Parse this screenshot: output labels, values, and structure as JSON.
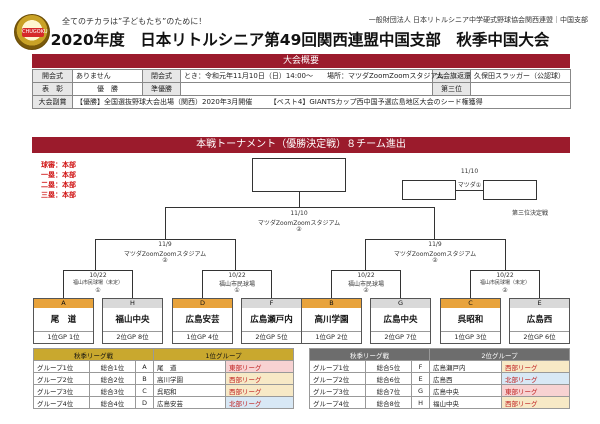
{
  "header": {
    "slogan": "全てのチカラは”子どもたち”のために！",
    "logo_text": "CHUGOKU",
    "org": "一般財団法人 日本リトルシニア中学硬式野球協会関西連盟｜中国支部",
    "title": "2020年度　日本リトルシニア第49回関西連盟中国支部　秋季中国大会"
  },
  "overview": {
    "bar": "大会概要",
    "rows": [
      [
        "開会式",
        "ありません",
        "閉会式",
        "とき：令和元年11月10日（日）14:00～　　場所：マツダZoomZoomスタジアム",
        "大会旗返還",
        "久保田スラッガー（公認球）"
      ],
      [
        "表　彰",
        "優　勝",
        "準優勝",
        "",
        "第三位",
        ""
      ],
      [
        "大会副賞",
        "【優勝】全国選抜野球大会出場（関西）2020年3月開催　　　【ベスト4】GIANTSカップ西中国予選広島地区大会のシード権獲得"
      ]
    ]
  },
  "tournament": {
    "bar": "本戦トーナメント（優勝決定戦）８チーム進出",
    "cheer": [
      "球審：本部",
      "一塁：本部",
      "二塁：本部",
      "三塁：本部"
    ],
    "final": {
      "date": "11/10",
      "venue": "マツダZoomZoomスタジアム",
      "game_no": "②"
    },
    "third": {
      "date": "11/10",
      "venue": "マツダ①",
      "label": "第三位決定戦"
    },
    "semis": [
      {
        "date": "11/9",
        "venue": "マツダZoomZoomスタジアム",
        "game_no": "②"
      },
      {
        "date": "11/9",
        "venue": "マツダZoomZoomスタジアム",
        "game_no": "②"
      }
    ],
    "quarters": [
      {
        "date": "10/22",
        "venue": "福山市民球場（未定）",
        "game_no": "①"
      },
      {
        "date": "10/22",
        "venue": "福山市民球場",
        "game_no": "①"
      },
      {
        "date": "10/22",
        "venue": "福山市民球場",
        "game_no": "②"
      },
      {
        "date": "10/22",
        "venue": "福山市民球場（未定）",
        "game_no": "②"
      }
    ],
    "teams": [
      {
        "slot": "A",
        "name": "尾　道",
        "rank": "1位GP 1位",
        "color": "#e8a33c"
      },
      {
        "slot": "H",
        "name": "福山中央",
        "rank": "2位GP 8位",
        "color": "#d9d9d9"
      },
      {
        "slot": "D",
        "name": "広島安芸",
        "rank": "1位GP 4位",
        "color": "#e8a33c"
      },
      {
        "slot": "F",
        "name": "広島瀬戸内",
        "rank": "2位GP 5位",
        "color": "#d9d9d9"
      },
      {
        "slot": "B",
        "name": "高川学園",
        "rank": "1位GP 2位",
        "color": "#e8a33c"
      },
      {
        "slot": "G",
        "name": "広島中央",
        "rank": "2位GP 7位",
        "color": "#d9d9d9"
      },
      {
        "slot": "C",
        "name": "呉昭和",
        "rank": "1位GP 3位",
        "color": "#e8a33c"
      },
      {
        "slot": "E",
        "name": "広島西",
        "rank": "2位GP 6位",
        "color": "#d9d9d9"
      }
    ]
  },
  "league_left": {
    "header": [
      "秋季リーグ戦",
      "1位グループ"
    ],
    "rows": [
      [
        "グループ1位",
        "総合1位",
        "A",
        "尾　道",
        "東部リーグ"
      ],
      [
        "グループ2位",
        "総合2位",
        "B",
        "高川学園",
        "西部リーグ"
      ],
      [
        "グループ3位",
        "総合3位",
        "C",
        "呉昭和",
        "西部リーグ"
      ],
      [
        "グループ4位",
        "総合4位",
        "D",
        "広島安芸",
        "北部リーグ"
      ]
    ]
  },
  "league_right": {
    "header": [
      "秋季リーグ戦",
      "2位グループ"
    ],
    "rows": [
      [
        "グループ1位",
        "総合5位",
        "F",
        "広島瀬戸内",
        "西部リーグ"
      ],
      [
        "グループ2位",
        "総合6位",
        "E",
        "広島西",
        "北部リーグ"
      ],
      [
        "グループ3位",
        "総合7位",
        "G",
        "広島中央",
        "東部リーグ"
      ],
      [
        "グループ4位",
        "総合8位",
        "H",
        "福山中央",
        "西部リーグ"
      ]
    ]
  },
  "league_colors": {
    "東部リーグ": "#f7d2d2",
    "西部リーグ": "#f7e9c6",
    "北部リーグ": "#d8e8f5"
  }
}
